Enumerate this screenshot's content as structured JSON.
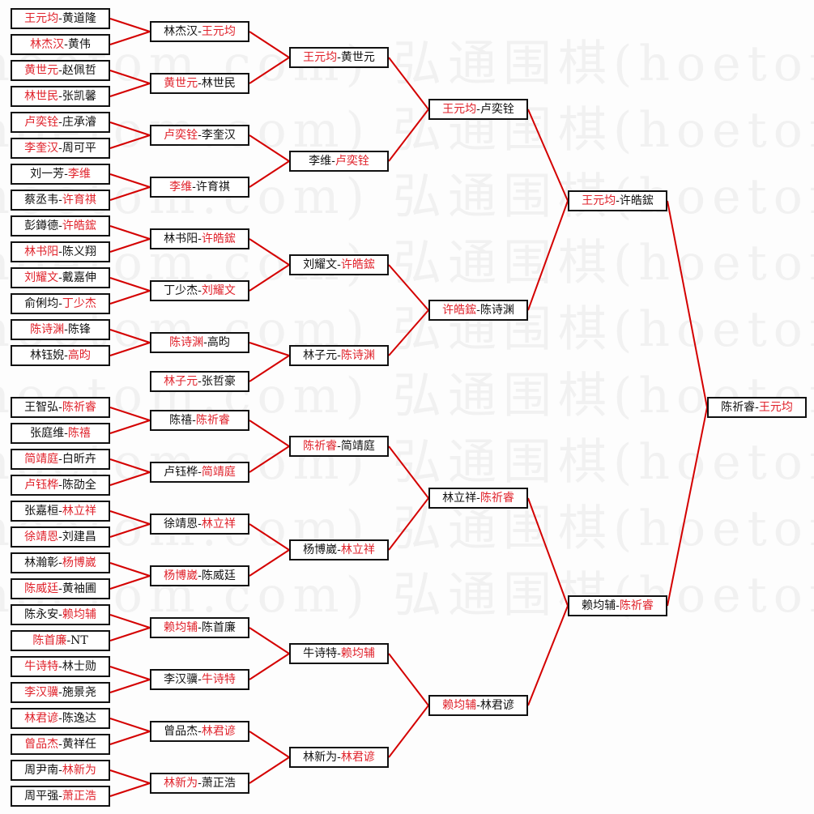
{
  "watermark": "弘通围棋(hoetom.com)",
  "colors": {
    "winner": "#e0222b",
    "loser": "#111111",
    "connector": "#d40000",
    "border": "#111111"
  },
  "rounds": [
    {
      "name": "round-1",
      "matches": [
        {
          "a": "王元均",
          "b": "黄道隆",
          "winner": "a"
        },
        {
          "a": "林杰汉",
          "b": "黄伟",
          "winner": "a"
        },
        {
          "a": "黄世元",
          "b": "赵佩哲",
          "winner": "a"
        },
        {
          "a": "林世民",
          "b": "张凯馨",
          "winner": "a"
        },
        {
          "a": "卢奕铨",
          "b": "庄承濬",
          "winner": "a"
        },
        {
          "a": "李奎汉",
          "b": "周可平",
          "winner": "a"
        },
        {
          "a": "刘一芳",
          "b": "李维",
          "winner": "b"
        },
        {
          "a": "蔡丞韦",
          "b": "许育祺",
          "winner": "b"
        },
        {
          "a": "彭鐏德",
          "b": "许皓鋐",
          "winner": "b"
        },
        {
          "a": "林书阳",
          "b": "陈义翔",
          "winner": "a"
        },
        {
          "a": "刘耀文",
          "b": "戴嘉伸",
          "winner": "a"
        },
        {
          "a": "俞俐均",
          "b": "丁少杰",
          "winner": "b"
        },
        {
          "a": "陈诗渊",
          "b": "陈锋",
          "winner": "a"
        },
        {
          "a": "林钰婗",
          "b": "高昀",
          "winner": "b"
        },
        null,
        {
          "a": "王智弘",
          "b": "陈祈睿",
          "winner": "b"
        },
        {
          "a": "张庭维",
          "b": "陈禧",
          "winner": "b"
        },
        {
          "a": "简靖庭",
          "b": "白昕卉",
          "winner": "a"
        },
        {
          "a": "卢钰桦",
          "b": "陈劭全",
          "winner": "a"
        },
        {
          "a": "张嘉桓",
          "b": "林立祥",
          "winner": "b"
        },
        {
          "a": "徐靖恩",
          "b": "刘建昌",
          "winner": "a"
        },
        {
          "a": "林瀚彰",
          "b": "杨博崴",
          "winner": "b"
        },
        {
          "a": "陈威廷",
          "b": "黄袖圃",
          "winner": "a"
        },
        {
          "a": "陈永安",
          "b": "赖均辅",
          "winner": "b"
        },
        {
          "a": "陈首廉",
          "b": "NT",
          "winner": "a"
        },
        {
          "a": "牛诗特",
          "b": "林士勋",
          "winner": "a"
        },
        {
          "a": "李汉骥",
          "b": "施景尧",
          "winner": "a"
        },
        {
          "a": "林君谚",
          "b": "陈逸达",
          "winner": "a"
        },
        {
          "a": "曾品杰",
          "b": "黄祥任",
          "winner": "a"
        },
        {
          "a": "周尹南",
          "b": "林新为",
          "winner": "b"
        },
        {
          "a": "周平强",
          "b": "萧正浩",
          "winner": "b"
        }
      ]
    },
    {
      "name": "round-2",
      "matches": [
        {
          "a": "林杰汉",
          "b": "王元均",
          "winner": "b"
        },
        {
          "a": "黄世元",
          "b": "林世民",
          "winner": "a"
        },
        {
          "a": "卢奕铨",
          "b": "李奎汉",
          "winner": "a"
        },
        {
          "a": "李维",
          "b": "许育祺",
          "winner": "a"
        },
        {
          "a": "林书阳",
          "b": "许皓鋐",
          "winner": "b"
        },
        {
          "a": "丁少杰",
          "b": "刘耀文",
          "winner": "b"
        },
        {
          "a": "陈诗渊",
          "b": "高昀",
          "winner": "a"
        },
        {
          "a": "林子元",
          "b": "张哲豪",
          "winner": "a"
        },
        {
          "a": "陈禧",
          "b": "陈祈睿",
          "winner": "b"
        },
        {
          "a": "卢钰桦",
          "b": "简靖庭",
          "winner": "b"
        },
        {
          "a": "徐靖恩",
          "b": "林立祥",
          "winner": "b"
        },
        {
          "a": "杨博崴",
          "b": "陈威廷",
          "winner": "a"
        },
        {
          "a": "赖均辅",
          "b": "陈首廉",
          "winner": "a"
        },
        {
          "a": "李汉骥",
          "b": "牛诗特",
          "winner": "b"
        },
        {
          "a": "曾品杰",
          "b": "林君谚",
          "winner": "b"
        },
        {
          "a": "林新为",
          "b": "萧正浩",
          "winner": "a"
        }
      ]
    },
    {
      "name": "round-3",
      "matches": [
        {
          "a": "王元均",
          "b": "黄世元",
          "winner": "a"
        },
        {
          "a": "李维",
          "b": "卢奕铨",
          "winner": "b"
        },
        {
          "a": "刘耀文",
          "b": "许皓鋐",
          "winner": "b"
        },
        {
          "a": "林子元",
          "b": "陈诗渊",
          "winner": "b"
        },
        {
          "a": "陈祈睿",
          "b": "简靖庭",
          "winner": "a"
        },
        {
          "a": "杨博崴",
          "b": "林立祥",
          "winner": "b"
        },
        {
          "a": "牛诗特",
          "b": "赖均辅",
          "winner": "b"
        },
        {
          "a": "林新为",
          "b": "林君谚",
          "winner": "b"
        }
      ]
    },
    {
      "name": "round-4",
      "matches": [
        {
          "a": "王元均",
          "b": "卢奕铨",
          "winner": "a"
        },
        {
          "a": "许皓鋐",
          "b": "陈诗渊",
          "winner": "a"
        },
        {
          "a": "林立祥",
          "b": "陈祈睿",
          "winner": "b"
        },
        {
          "a": "赖均辅",
          "b": "林君谚",
          "winner": "a"
        }
      ]
    },
    {
      "name": "semifinal",
      "matches": [
        {
          "a": "王元均",
          "b": "许皓鋐",
          "winner": "a"
        },
        {
          "a": "赖均辅",
          "b": "陈祈睿",
          "winner": "b"
        }
      ]
    },
    {
      "name": "final",
      "matches": [
        {
          "a": "陈祈睿",
          "b": "王元均",
          "winner": "b"
        }
      ]
    }
  ]
}
